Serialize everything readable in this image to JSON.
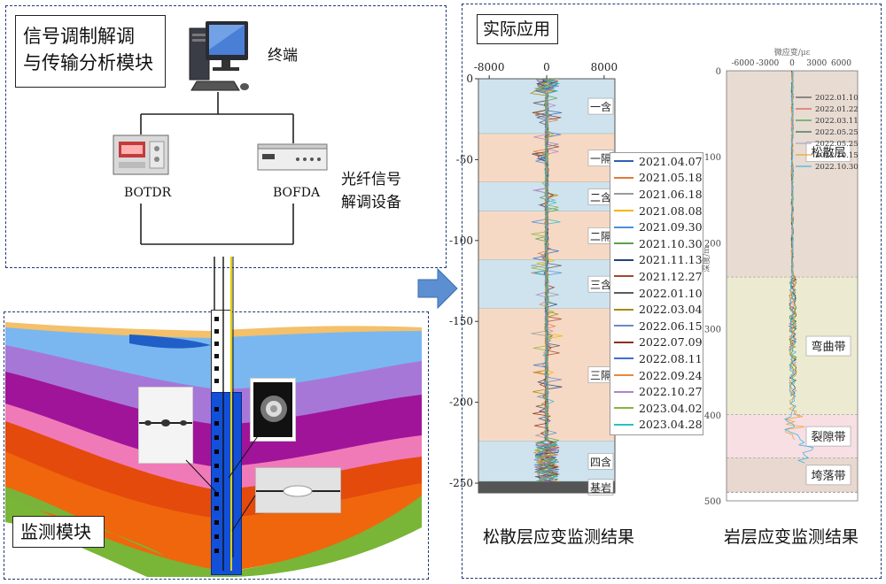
{
  "top_module": {
    "title_line1": "信号调制解调",
    "title_line2": "与传输分析模块",
    "terminal_label": "终端",
    "botdr_label": "BOTDR",
    "bofda_label": "BOFDA",
    "device_label_line1": "光纤信号",
    "device_label_line2": "解调设备"
  },
  "monitor_module": {
    "title": "监测模块"
  },
  "application": {
    "title": "实际应用"
  },
  "left_chart": {
    "caption": "松散层应变监测结果",
    "x_ticks": [
      "-8000",
      "0",
      "8000"
    ],
    "y_ticks": [
      "0",
      "-50",
      "-100",
      "-150",
      "-200",
      "-250"
    ],
    "layers": [
      {
        "name": "一含",
        "top": 0,
        "bottom": -34,
        "color": "#cfe3ee"
      },
      {
        "name": "一隔",
        "top": -34,
        "bottom": -64,
        "color": "#f6d9c4"
      },
      {
        "name": "二含",
        "top": -64,
        "bottom": -82,
        "color": "#cfe3ee"
      },
      {
        "name": "二隔",
        "top": -82,
        "bottom": -112,
        "color": "#f6d9c4"
      },
      {
        "name": "三含",
        "top": -112,
        "bottom": -142,
        "color": "#cfe3ee"
      },
      {
        "name": "三隔",
        "top": -142,
        "bottom": -224,
        "color": "#f6d9c4"
      },
      {
        "name": "四含",
        "top": -224,
        "bottom": -249,
        "color": "#cfe3ee"
      },
      {
        "name": "基岩",
        "top": -249,
        "bottom": -256,
        "color": "#555555"
      }
    ],
    "legend": [
      {
        "date": "2021.04.07",
        "color": "#2f5fb3"
      },
      {
        "date": "2021.05.18",
        "color": "#e07b39"
      },
      {
        "date": "2021.06.18",
        "color": "#9a9a9a"
      },
      {
        "date": "2021.08.08",
        "color": "#f2b705"
      },
      {
        "date": "2021.09.30",
        "color": "#4f8fd6"
      },
      {
        "date": "2021.10.30",
        "color": "#5aa04a"
      },
      {
        "date": "2021.11.13",
        "color": "#24427a"
      },
      {
        "date": "2021.12.27",
        "color": "#a4472a"
      },
      {
        "date": "2022.01.10",
        "color": "#5c5c5c"
      },
      {
        "date": "2022.03.04",
        "color": "#a88a10"
      },
      {
        "date": "2022.06.15",
        "color": "#6f86c6"
      },
      {
        "date": "2022.07.09",
        "color": "#8c2f1b"
      },
      {
        "date": "2022.08.11",
        "color": "#3a6fcf"
      },
      {
        "date": "2022.09.24",
        "color": "#e58a3c"
      },
      {
        "date": "2022.10.27",
        "color": "#b084cc"
      },
      {
        "date": "2023.04.02",
        "color": "#8db33a"
      },
      {
        "date": "2023.04.28",
        "color": "#27c1c8"
      }
    ]
  },
  "right_chart": {
    "caption": "岩层应变监测结果",
    "x_axis_label": "微应变/με",
    "y_axis_label": "深度/m",
    "x_ticks": [
      "-6000",
      "-3000",
      "0",
      "3000",
      "6000"
    ],
    "y_ticks": [
      "0",
      "100",
      "200",
      "300",
      "400",
      "500"
    ],
    "zones": [
      {
        "name": "松散层",
        "top": 0,
        "bottom": 240,
        "color": "#e8dbd2"
      },
      {
        "name": "弯曲带",
        "top": 240,
        "bottom": 400,
        "color": "#ecebd2"
      },
      {
        "name": "裂隙带",
        "top": 400,
        "bottom": 450,
        "color": "#f7dfe3"
      },
      {
        "name": "垮落带",
        "top": 450,
        "bottom": 490,
        "color": "#e8d8cf"
      }
    ],
    "legend": [
      {
        "date": "2022.01.10",
        "color": "#555555"
      },
      {
        "date": "2022.01.22",
        "color": "#e0584b"
      },
      {
        "date": "2022.03.11",
        "color": "#3a9d4a"
      },
      {
        "date": "2022.05.25",
        "color": "#2d6a4f"
      },
      {
        "date": "2022.05.25",
        "color": "#b0a0d8"
      },
      {
        "date": "2022.10.15",
        "color": "#f2a33a"
      },
      {
        "date": "2022.10.30",
        "color": "#3fb8e0"
      }
    ]
  }
}
